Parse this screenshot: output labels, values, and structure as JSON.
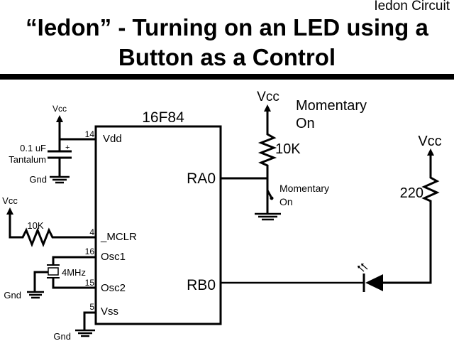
{
  "header": {
    "corner_label": "Iedon Circuit",
    "title_line1": "“Iedon” - Turning on an LED using a",
    "title_line2": "Button as a Control"
  },
  "schematic": {
    "chip": {
      "name": "16F84",
      "pins": {
        "vdd": {
          "number": "14",
          "label": "Vdd"
        },
        "mclr": {
          "number": "4",
          "label": "_MCLR"
        },
        "osc1": {
          "number": "16",
          "label": "Osc1"
        },
        "osc2": {
          "number": "15",
          "label": "Osc2"
        },
        "vss": {
          "number": "5",
          "label": "Vss"
        },
        "ra0": {
          "label": "RA0"
        },
        "rb0": {
          "label": "RB0"
        }
      }
    },
    "decoupling": {
      "vcc_label": "Vcc",
      "cap_value": "0.1 uF",
      "cap_type": "Tantalum",
      "cap_polarity": "+",
      "gnd_label": "Gnd"
    },
    "reset": {
      "vcc_label": "Vcc",
      "resistor_value": "10K"
    },
    "oscillator": {
      "crystal_value": "4MHz",
      "gnd_label": "Gnd"
    },
    "vss_gnd_label": "Gnd",
    "button_circuit": {
      "vcc_label": "Vcc",
      "caption_line1": "Momentary",
      "caption_line2": "On",
      "pullup_value": "10K",
      "switch_label_line1": "Momentary",
      "switch_label_line2": "On"
    },
    "led_circuit": {
      "vcc_label": "Vcc",
      "resistor_value": "220"
    }
  }
}
